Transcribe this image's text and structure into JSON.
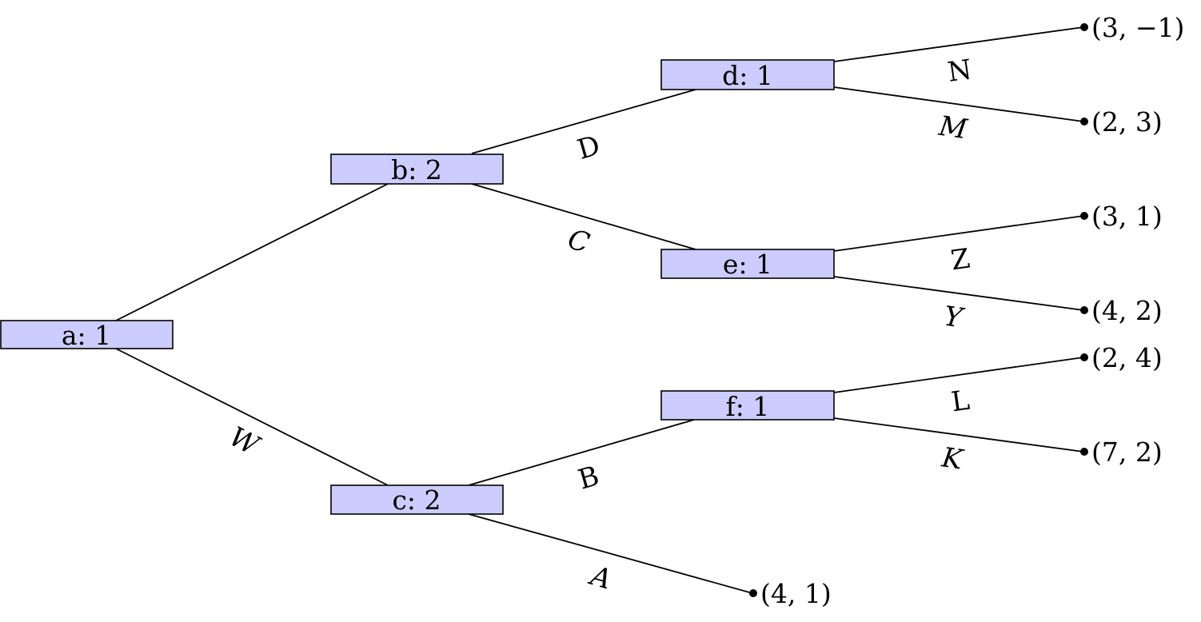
{
  "nodes": {
    "a": "a:  1",
    "b": "b:  2",
    "c": "c:  2",
    "d": "d:  1",
    "e": "e:  1",
    "f": "f:  1"
  },
  "edges": {
    "a_b": "",
    "a_c": "W",
    "b_d": "D",
    "b_e": "C",
    "c_f": "B",
    "c_leaf": "A",
    "d_leaf1": "N",
    "d_leaf2": "M",
    "e_leaf1": "Z",
    "e_leaf2": "Y",
    "f_leaf1": "L",
    "f_leaf2": "K"
  },
  "payoffs": {
    "d_N": "(3, −1)",
    "d_M": "(2, 3)",
    "e_Z": "(3, 1)",
    "e_Y": "(4, 2)",
    "f_L": "(2, 4)",
    "f_K": "(7, 2)",
    "c_A": "(4, 1)"
  },
  "colors": {
    "node_fill": "#ccccff",
    "line": "#000000"
  }
}
